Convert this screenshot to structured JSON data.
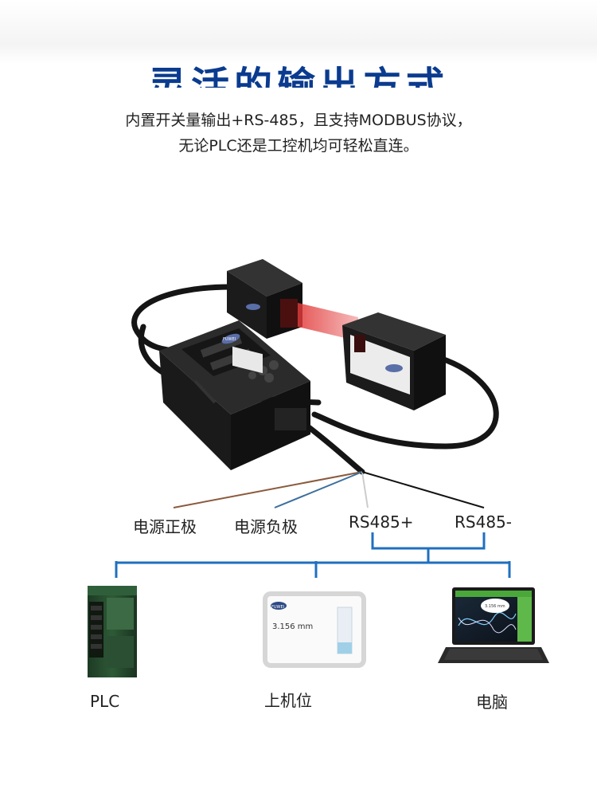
{
  "headline": "灵活的输出方式",
  "subtitle_lines": [
    "内置开关量输出+RS-485，且支持MODBUS协议，",
    "无论PLC还是工控机均可轻松直连。"
  ],
  "wires": {
    "power_positive": "电源正极",
    "power_negative": "电源负极",
    "rs485_plus": "RS485+",
    "rs485_minus": "RS485-"
  },
  "devices": {
    "plc": "PLC",
    "host": "上机位",
    "computer": "电脑"
  },
  "device_brand": "FUWEI",
  "host_screen": {
    "brand": "FUWEI",
    "reading": "3.156 mm"
  },
  "laptop_screen": {
    "reading": "3.156 mm"
  },
  "colors": {
    "headline": "#0a3b8f",
    "connector_blue": "#1f6fc0",
    "wire_brown": "#8a5a3c",
    "wire_blue": "#3d6f9e",
    "wire_black": "#111111",
    "laser_red": "#e23a3a"
  }
}
